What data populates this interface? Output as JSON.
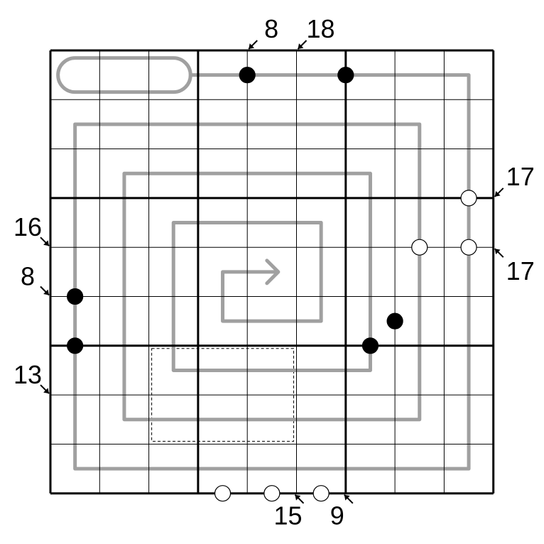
{
  "puzzle": {
    "rows": 9,
    "cols": 9,
    "box_size": 3,
    "colors": {
      "background": "#ffffff",
      "grid": "#000000",
      "path": "#a0a0a0",
      "dot_black": "#000000",
      "dot_white": "#ffffff"
    },
    "outside_clues": [
      {
        "side": "top",
        "index": 4,
        "value": "8"
      },
      {
        "side": "top",
        "index": 5,
        "value": "18"
      },
      {
        "side": "right",
        "index": 3,
        "value": "17"
      },
      {
        "side": "right",
        "index": 4,
        "value": "17"
      },
      {
        "side": "left",
        "index": 4,
        "value": "16"
      },
      {
        "side": "left",
        "index": 5,
        "value": "8"
      },
      {
        "side": "left",
        "index": 7,
        "value": "13"
      },
      {
        "side": "bottom",
        "index": 5,
        "value": "15"
      },
      {
        "side": "bottom",
        "index": 6,
        "value": "9"
      }
    ],
    "black_dots": [
      {
        "r1": 0,
        "c1": 3,
        "r2": 0,
        "c2": 4
      },
      {
        "r1": 0,
        "c1": 5,
        "r2": 0,
        "c2": 6
      },
      {
        "r1": 4,
        "c1": 0,
        "r2": 5,
        "c2": 0
      },
      {
        "r1": 5,
        "c1": 0,
        "r2": 6,
        "c2": 0
      },
      {
        "r1": 5,
        "c1": 6,
        "r2": 6,
        "c2": 6
      },
      {
        "r1": 5,
        "c1": 6,
        "r2": 5,
        "c2": 7
      }
    ],
    "white_dots": [
      {
        "r1": 2,
        "c1": 8,
        "r2": 3,
        "c2": 8
      },
      {
        "r1": 3,
        "c1": 8,
        "r2": 4,
        "c2": 8
      },
      {
        "r1": 3,
        "c1": 7,
        "r2": 4,
        "c2": 7
      },
      {
        "r1": 8,
        "c1": 3,
        "r2": 9,
        "c2": 3
      },
      {
        "r1": 8,
        "c1": 4,
        "r2": 9,
        "c2": 4
      },
      {
        "r1": 8,
        "c1": 5,
        "r2": 9,
        "c2": 5
      }
    ],
    "cage": {
      "r1": 6,
      "c1": 2,
      "r2": 7,
      "c2": 4
    }
  }
}
